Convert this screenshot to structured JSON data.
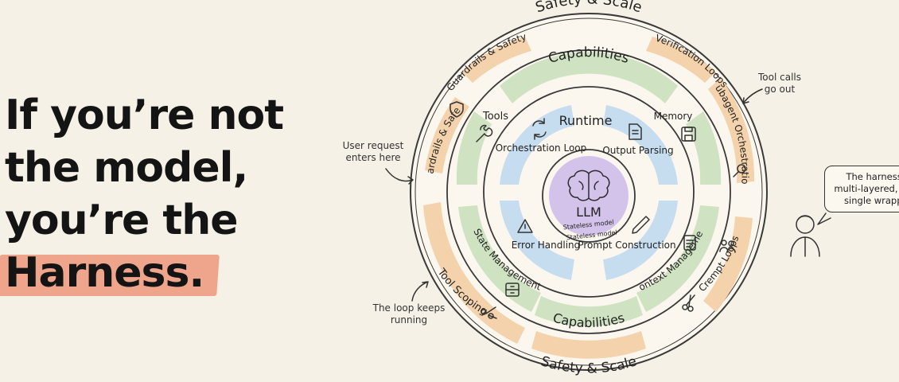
{
  "headline": {
    "line1": "If you’re not",
    "line2": "the model,",
    "line3": "you’re the",
    "line4": "Harness."
  },
  "outer_ring": {
    "top_title": "Safety & Scale",
    "bottom_title": "Safety & Scale",
    "items": {
      "guardrails_top": "Guardrails & Safety",
      "verification": "Verification Loops",
      "subagent": "Subagent Orchestration",
      "crempt": "Crempt Loops",
      "tool_scoping": "Tool Scoping",
      "guardrails_left": "Guardrails & Safety"
    }
  },
  "middle_ring": {
    "top_title": "Capabilities",
    "bottom_title": "Capabilities",
    "items": {
      "tools": "Tools",
      "memory": "Memory",
      "context": "Context Management",
      "state": "State Management"
    }
  },
  "inner_ring": {
    "title": "Runtime",
    "items": {
      "orchestration": "Orchestration Loop",
      "output": "Output Parsing",
      "error": "Error Handling",
      "prompt": "Prompt Construction"
    }
  },
  "core": {
    "label": "LLM",
    "sublabel": "Stateless model",
    "sublabel2": "Stateless model"
  },
  "annotations": {
    "tool_calls": "Tool calls go out",
    "user_request": "User request enters here",
    "loop": "The loop keeps running",
    "speech": "The harness is multi-layered, not a single wrapper."
  },
  "colors": {
    "background": "#f6f1e6",
    "outer_segment": "#f3d2ac",
    "middle_segment": "#cfe3c2",
    "inner_segment": "#c6dcef",
    "core": "#d3c3ea",
    "highlight": "#eea58c"
  },
  "icons": [
    "shield-icon",
    "wrench-icon",
    "refresh-icon",
    "document-icon",
    "floppy-icon",
    "warning-icon",
    "pencil-icon",
    "clipboard-icon",
    "search-icon",
    "users-icon",
    "scissors-icon",
    "cabinet-icon",
    "brain-icon",
    "person-icon"
  ]
}
